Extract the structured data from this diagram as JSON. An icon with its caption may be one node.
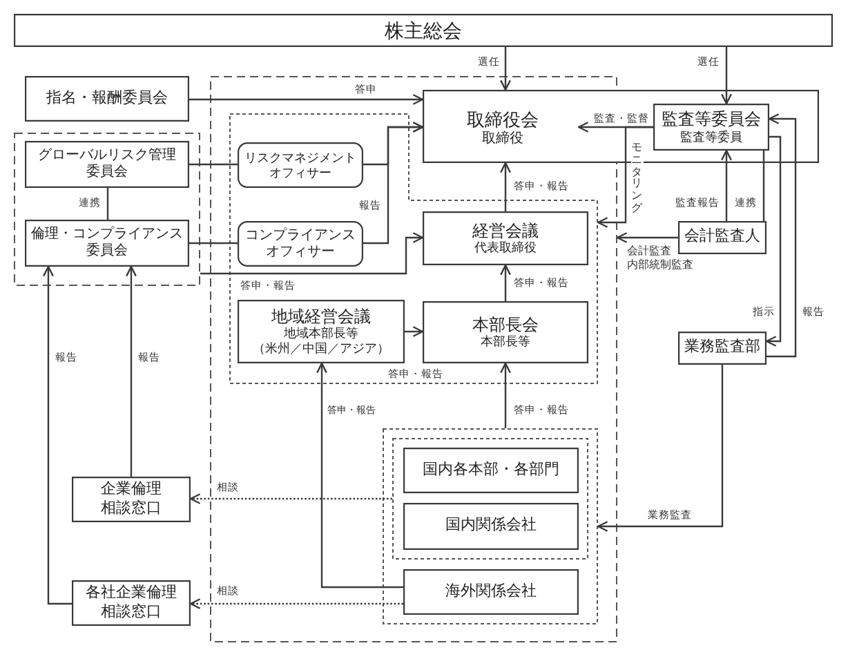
{
  "diagram": {
    "nodes": [
      {
        "text": [
          "株主総会"
        ]
      },
      {
        "text": [
          "指名・報酬委員会"
        ]
      },
      {
        "text": [],
        "shape": "box"
      },
      {
        "text": [
          "グローバルリスク管理委員会"
        ],
        "in": 2
      },
      {
        "text": [
          "倫理・コンプライアンス委員会"
        ],
        "in": 2
      },
      {
        "text": [],
        "shape": "box"
      },
      {
        "text": [],
        "shape": "box",
        "in": 5
      },
      {
        "text": [
          "リスクマネジメントオフィサー"
        ],
        "in": 6
      },
      {
        "text": [
          "コンプライアンスオフィサー"
        ],
        "in": 6
      },
      {
        "text": [
          "取締役会",
          "取締役"
        ]
      },
      {
        "text": [
          "監査等委員会",
          "監査等委員"
        ],
        "in": 9
      },
      {
        "text": [
          "経営会議",
          "代表取締役"
        ],
        "in": 6
      },
      {
        "text": [
          "地域経営会議",
          "地域本部長等",
          "（米州／中国／アジア）"
        ],
        "in": 6
      },
      {
        "text": [
          "本部長会",
          "本部長等"
        ],
        "in": 6
      },
      {
        "text": [
          "会計監査人"
        ]
      },
      {
        "text": [
          "業務監査部"
        ]
      },
      {
        "text": [],
        "shape": "box",
        "in": 5
      },
      {
        "text": [],
        "shape": "box",
        "in": 16
      },
      {
        "text": [
          "国内各本部・各部門"
        ],
        "in": 17
      },
      {
        "text": [
          "国内関係会社"
        ],
        "in": 17
      },
      {
        "text": [
          "海外関係会社"
        ],
        "in": 16
      },
      {
        "text": [
          "企業倫理相談窓口"
        ]
      },
      {
        "text": [
          "各社企業倫理相談窓口"
        ]
      }
    ],
    "edges": [
      {
        "from": 0,
        "to": 9,
        "arrow": "to",
        "label": "選任"
      },
      {
        "from": 0,
        "to": 10,
        "arrow": "to",
        "label": "選任"
      },
      {
        "from": 1,
        "to": 9,
        "arrow": "to",
        "label": "答申"
      },
      {
        "from": 3,
        "to": 7,
        "arrow": "none"
      },
      {
        "from": 4,
        "to": 8,
        "arrow": "none"
      },
      {
        "from": 3,
        "to": 4,
        "arrow": "none",
        "label": "連携"
      },
      {
        "from": 7,
        "to": 9,
        "arrow": "to"
      },
      {
        "from": 8,
        "to": 9,
        "arrow": "to",
        "label": "報告"
      },
      {
        "from": 2,
        "to": 11,
        "arrow": "to",
        "label": "答申・報告"
      },
      {
        "from": 10,
        "to": null,
        "arrow": "to",
        "label": "監査・監督"
      },
      {
        "from": 10,
        "to": 6,
        "arrow": "to",
        "label": "モニタリング"
      },
      {
        "from": 11,
        "to": 9,
        "arrow": "to",
        "label": "答申・報告"
      },
      {
        "from": 13,
        "to": 11,
        "arrow": "to",
        "label": "答申・報告"
      },
      {
        "from": 12,
        "to": 13,
        "arrow": "to",
        "label": "答申・報告"
      },
      {
        "from": 14,
        "to": 10,
        "arrow": "to",
        "label": "監査報告"
      },
      {
        "from": 14,
        "to": 10,
        "arrow": "none",
        "label": "連携"
      },
      {
        "from": 14,
        "to": 5,
        "arrow": "to",
        "label": "会計監査内部統制監査"
      },
      {
        "from": 10,
        "to": 15,
        "arrow": "to",
        "label": "指示"
      },
      {
        "from": 15,
        "to": 10,
        "arrow": "to",
        "label": "報告"
      },
      {
        "from": 15,
        "to": 16,
        "arrow": "to",
        "label": "業務監査"
      },
      {
        "from": 16,
        "to": 13,
        "arrow": "to",
        "label": "答申・報告"
      },
      {
        "from": 20,
        "to": 12,
        "arrow": "to",
        "label": "答申・報告"
      },
      {
        "from": 21,
        "to": 4,
        "arrow": "to",
        "label": "報告"
      },
      {
        "from": 22,
        "to": 4,
        "arrow": "to",
        "label": "報告"
      },
      {
        "from": 17,
        "to": 21,
        "arrow": "to",
        "style": "dashed",
        "label": "相談"
      },
      {
        "from": 20,
        "to": 22,
        "arrow": "to",
        "style": "dashed",
        "label": "相談"
      }
    ]
  }
}
